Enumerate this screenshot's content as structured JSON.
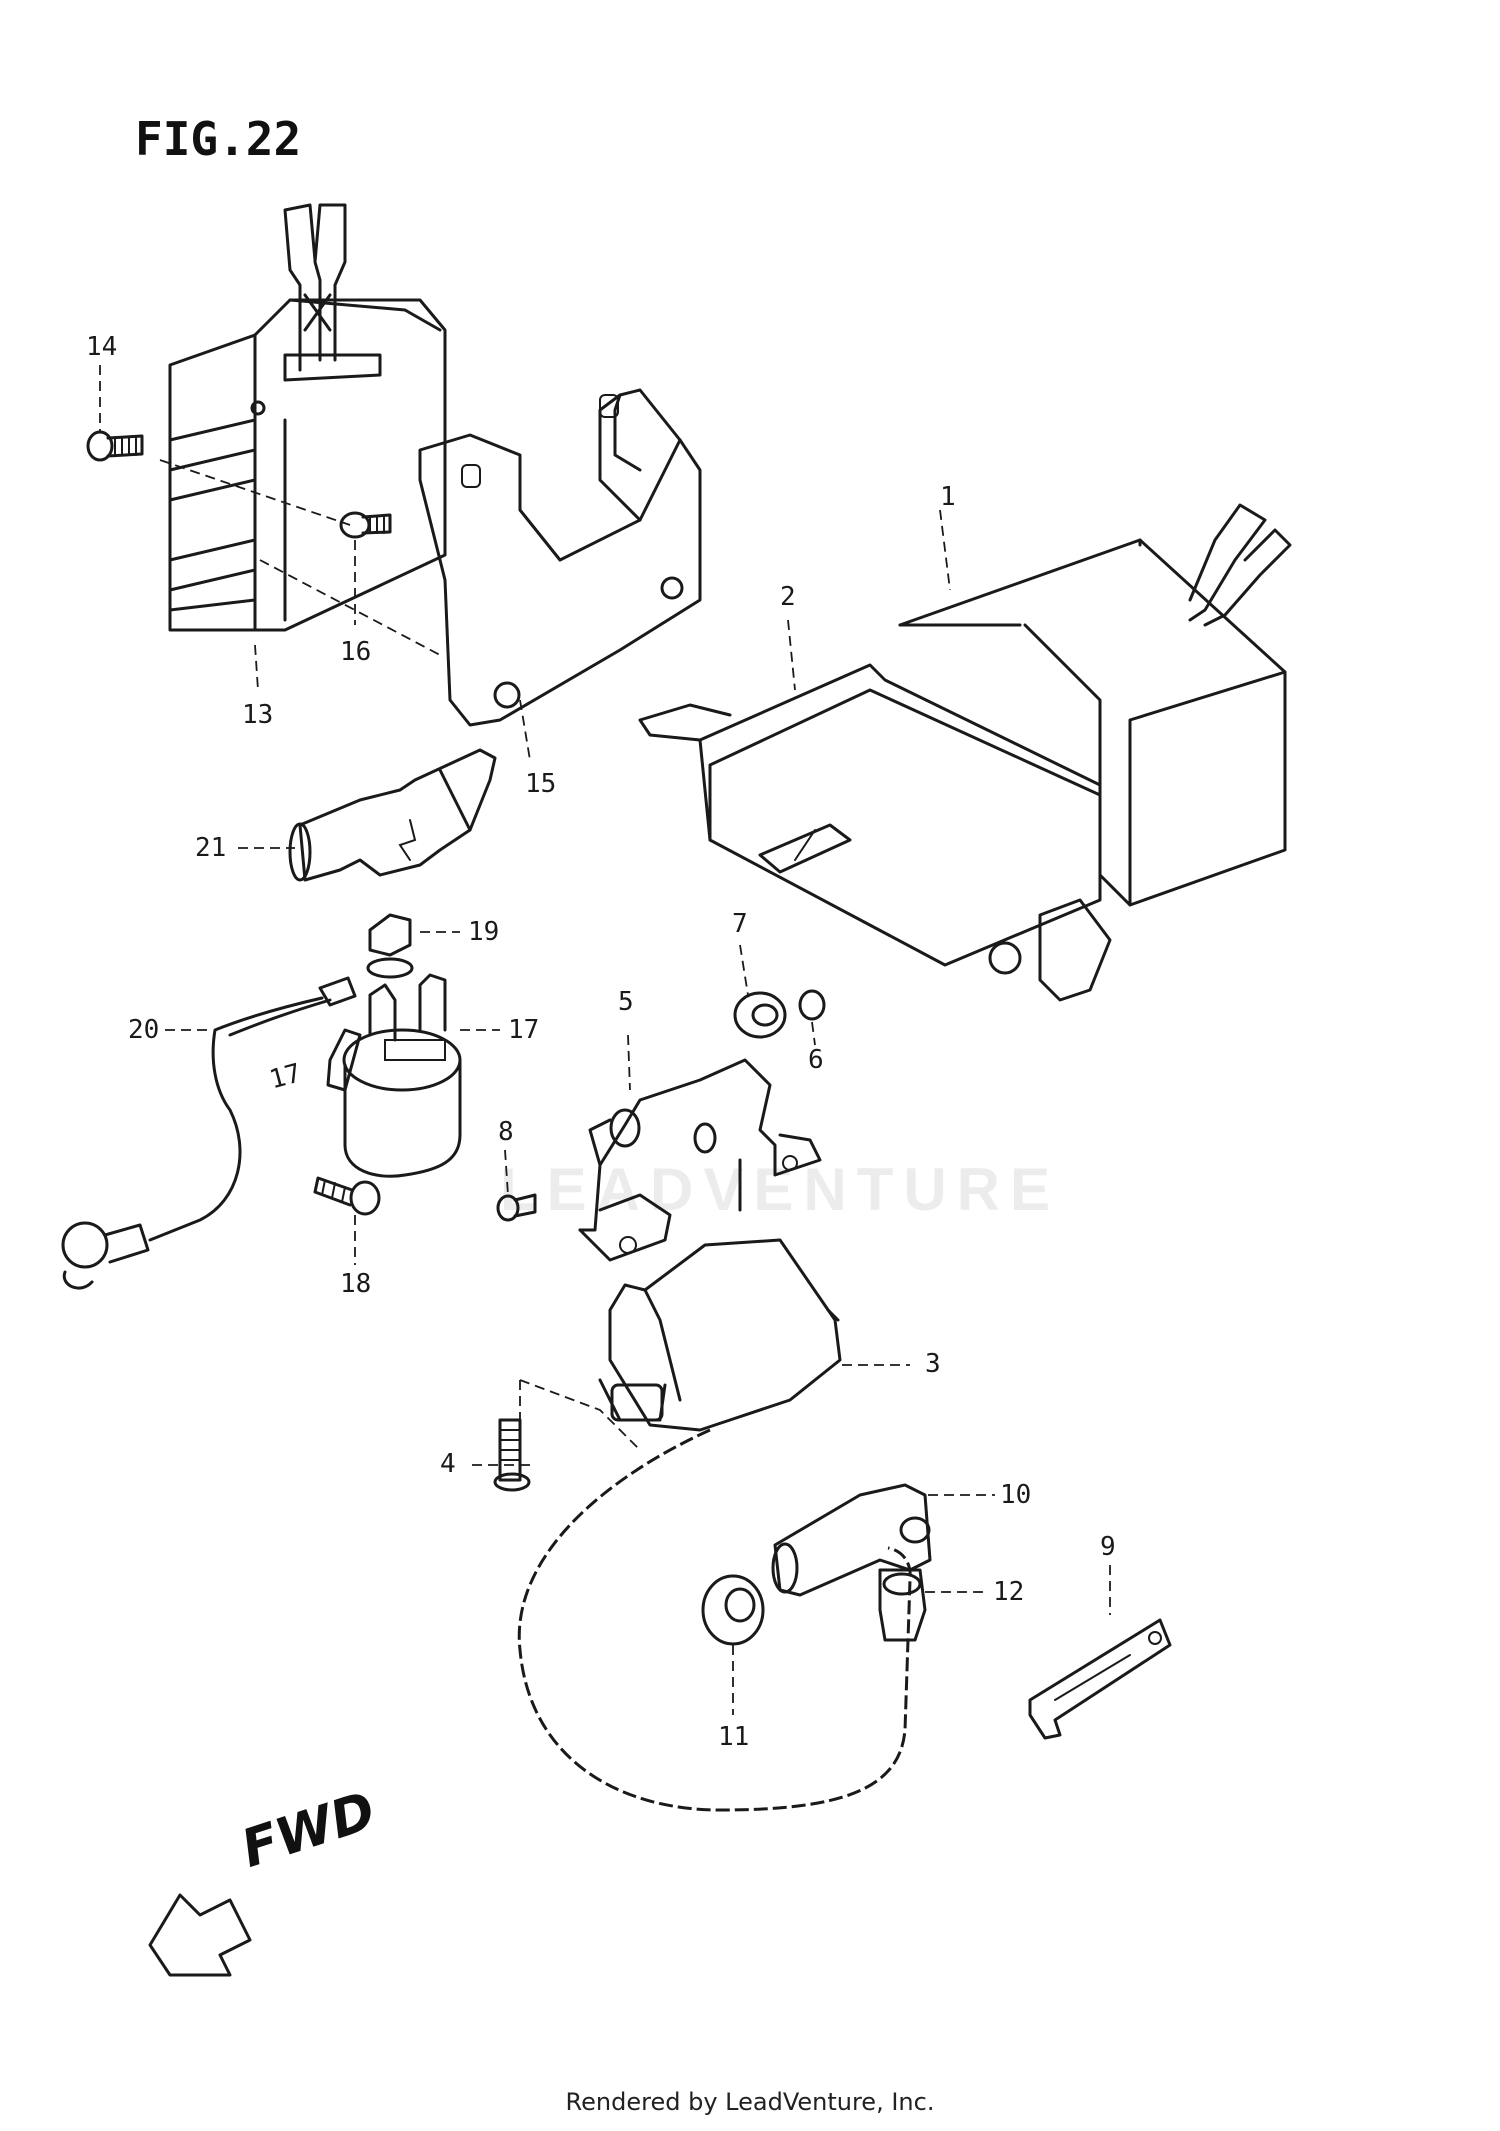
{
  "figure": {
    "title": "FIG.22",
    "direction_label": "FWD"
  },
  "watermark": "LEADVENTURE",
  "callouts": [
    {
      "id": "p1",
      "label": "1"
    },
    {
      "id": "p2",
      "label": "2"
    },
    {
      "id": "p3",
      "label": "3"
    },
    {
      "id": "p4",
      "label": "4"
    },
    {
      "id": "p5",
      "label": "5"
    },
    {
      "id": "p6",
      "label": "6"
    },
    {
      "id": "p7",
      "label": "7"
    },
    {
      "id": "p8",
      "label": "8"
    },
    {
      "id": "p9",
      "label": "9"
    },
    {
      "id": "p10",
      "label": "10"
    },
    {
      "id": "p11",
      "label": "11"
    },
    {
      "id": "p12",
      "label": "12"
    },
    {
      "id": "p13",
      "label": "13"
    },
    {
      "id": "p14",
      "label": "14"
    },
    {
      "id": "p15",
      "label": "15"
    },
    {
      "id": "p16",
      "label": "16"
    },
    {
      "id": "p17",
      "label": "17"
    },
    {
      "id": "p17b",
      "label": "17"
    },
    {
      "id": "p18",
      "label": "18"
    },
    {
      "id": "p19",
      "label": "19"
    },
    {
      "id": "p20",
      "label": "20"
    },
    {
      "id": "p21",
      "label": "21"
    }
  ],
  "footer": "Rendered by LeadVenture, Inc."
}
